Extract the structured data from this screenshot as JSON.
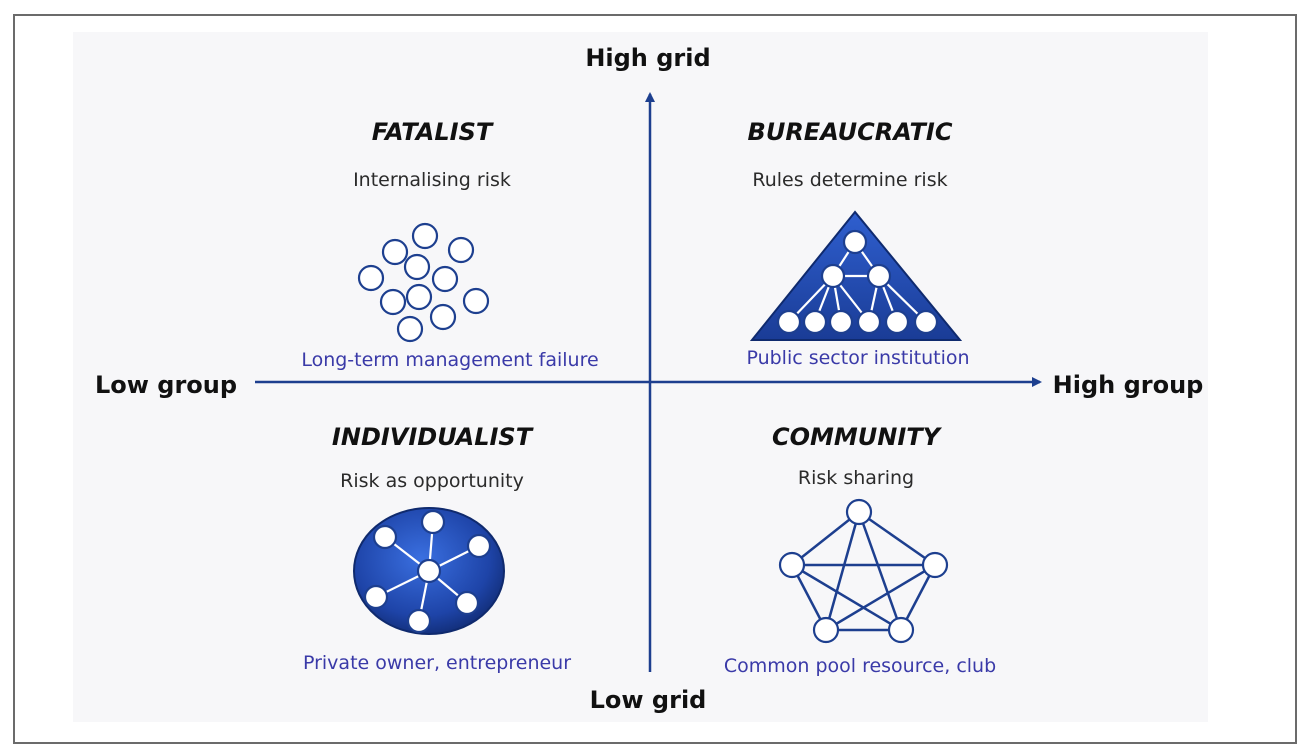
{
  "axes": {
    "y_top": "High grid",
    "y_bottom": "Low grid",
    "x_left": "Low group",
    "x_right": "High group"
  },
  "quadrants": {
    "fatalist": {
      "title": "FATALIST",
      "subtitle": "Internalising risk",
      "example": "Long-term management failure",
      "icon": "scattered-circles-icon"
    },
    "bureaucratic": {
      "title": "BUREAUCRATIC",
      "subtitle": "Rules determine risk",
      "example": "Public sector institution",
      "icon": "hierarchy-triangle-icon"
    },
    "individualist": {
      "title": "INDIVIDUALIST",
      "subtitle": "Risk as opportunity",
      "example": "Private owner, entrepreneur",
      "icon": "hub-network-icon"
    },
    "community": {
      "title": "COMMUNITY",
      "subtitle": "Risk sharing",
      "example": "Common pool resource, club",
      "icon": "pentagon-network-icon"
    }
  },
  "colors": {
    "axis": "#1d3f8f",
    "example_text": "#3a3aa8",
    "icon_blue": "#1d3f8f"
  }
}
